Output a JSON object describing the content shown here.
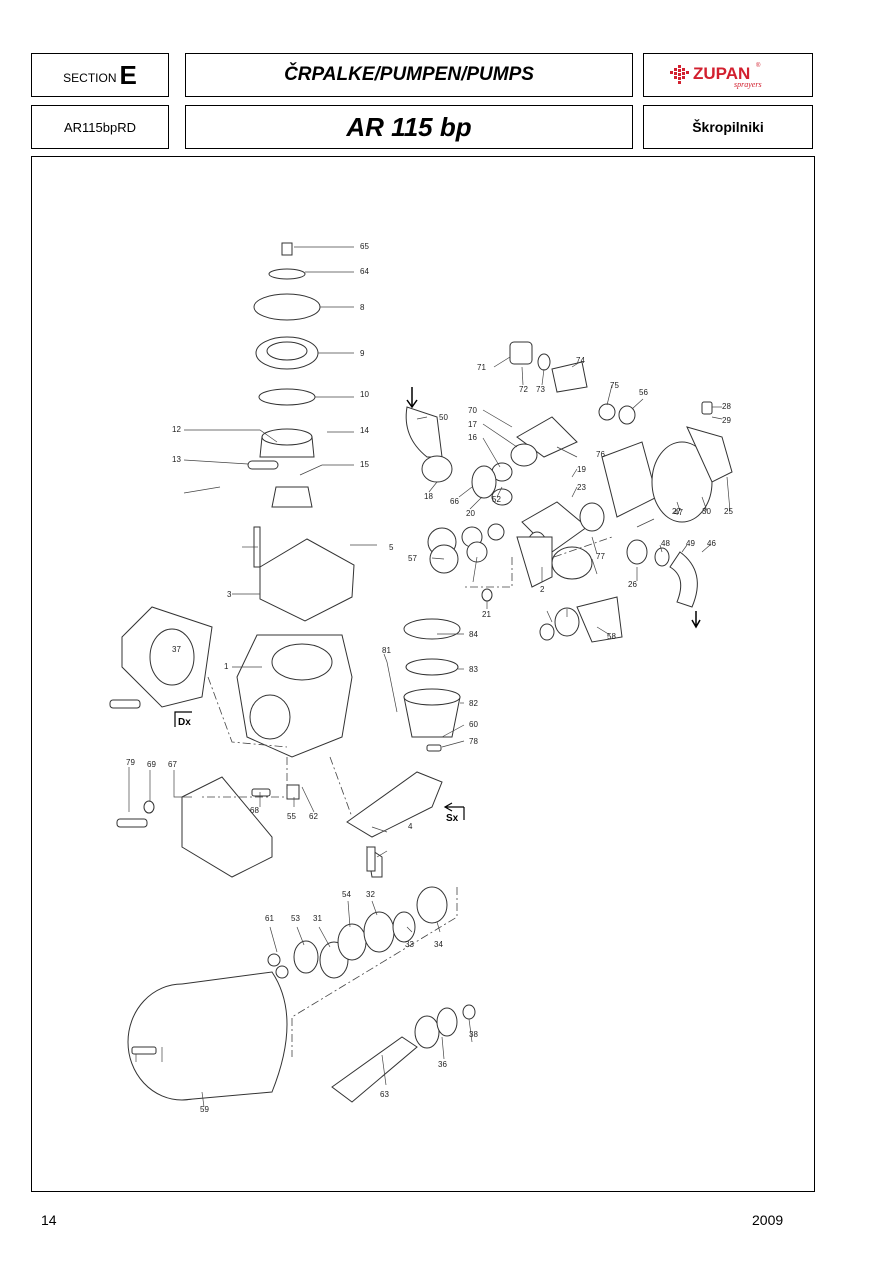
{
  "header": {
    "section_label": "SECTION",
    "section_value": "E",
    "title": "ČRPALKE/PUMPEN/PUMPS",
    "logo_text": "ZUPAN",
    "logo_sub": "sprayers",
    "logo_mark": "®",
    "code": "AR115bpRD",
    "model": "AR 115 bp",
    "category": "Škropilniki"
  },
  "diagram": {
    "part_numbers": [
      "65",
      "64",
      "8",
      "9",
      "10",
      "12",
      "14",
      "13",
      "15",
      "37",
      "5",
      "3",
      "1",
      "81",
      "84",
      "83",
      "82",
      "60",
      "78",
      "79",
      "69",
      "67",
      "68",
      "55",
      "62",
      "4",
      "61",
      "53",
      "31",
      "54",
      "32",
      "33",
      "34",
      "38",
      "36",
      "63",
      "59",
      "71",
      "72",
      "73",
      "74",
      "75",
      "56",
      "28",
      "29",
      "50",
      "70",
      "17",
      "16",
      "18",
      "66",
      "20",
      "52",
      "57",
      "21",
      "2",
      "23",
      "19",
      "76",
      "77",
      "26",
      "27",
      "30",
      "25",
      "47",
      "48",
      "49",
      "46",
      "58"
    ],
    "side_labels": [
      "Dx",
      "Sx"
    ]
  },
  "footer": {
    "page": "14",
    "year": "2009"
  },
  "colors": {
    "brand_red": "#d2202f",
    "line": "#333333"
  }
}
